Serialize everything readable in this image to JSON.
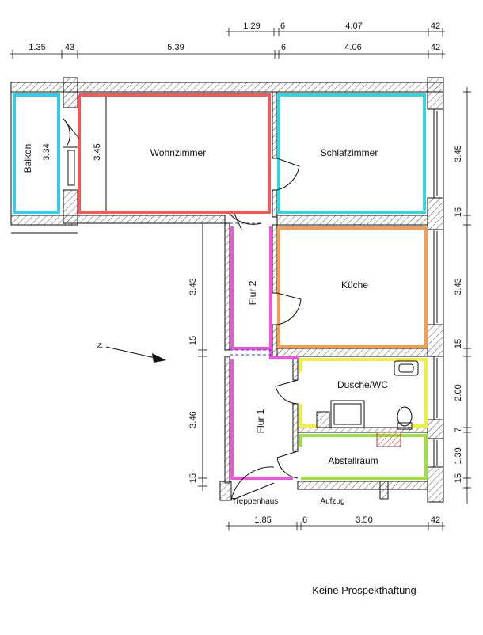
{
  "rooms": {
    "balkon": "Balkon",
    "wohnzimmer": "Wohnzimmer",
    "schlafzimmer": "Schlafzimmer",
    "kueche": "Küche",
    "flur2": "Flur 2",
    "flur1": "Flur 1",
    "dusche": "Dusche/WC",
    "abstellraum": "Abstellraum",
    "treppenhaus": "Treppenhaus",
    "aufzug": "Aufzug"
  },
  "dimensions": {
    "top_row1": [
      "1.29",
      "6",
      "4.07",
      "42"
    ],
    "top_row2": [
      "1.35",
      "43",
      "5.39",
      "6",
      "4.06",
      "42"
    ],
    "right": [
      "3.45",
      "16",
      "3.43",
      "15",
      "2.00",
      "7",
      "1.39",
      "15"
    ],
    "left": [
      "3.43",
      "15",
      "3.46",
      "15"
    ],
    "bottom": [
      "1.85",
      "6",
      "3.50",
      "42"
    ],
    "interior": {
      "balkon_depth": "3.34",
      "wohnzimmer_depth": "3.45"
    }
  },
  "north_label": "N",
  "disclaimer": "Keine Prospekthaftung",
  "colors": {
    "balkon": "#33ccee",
    "wohnzimmer": "#ee5a5a",
    "schlafzimmer": "#33d4dd",
    "kueche": "#f2a050",
    "flur": "#ee55dd",
    "dusche": "#f0f040",
    "abstellraum": "#9be040"
  }
}
